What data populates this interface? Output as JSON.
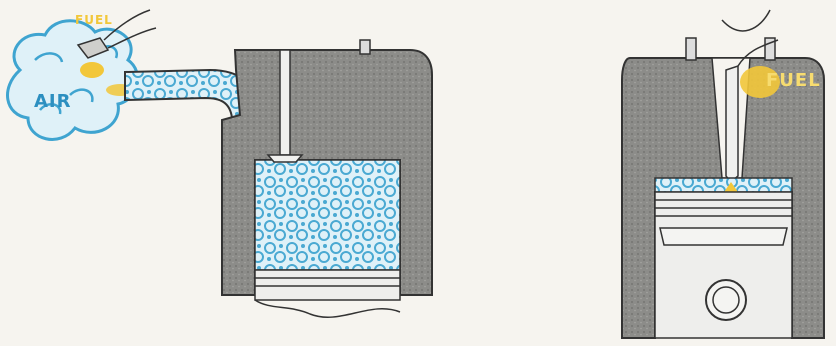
{
  "labels": {
    "air": "AIR",
    "fuel_left": "FUEL",
    "fuel_right": "FUEL"
  },
  "colors": {
    "background": "#f6f4ef",
    "metal": "#8a8a87",
    "outline": "#3a3a3a",
    "air_blue": "#5bb4d8",
    "air_light": "#dff1f8",
    "fuel_yellow": "#f2c73a"
  }
}
